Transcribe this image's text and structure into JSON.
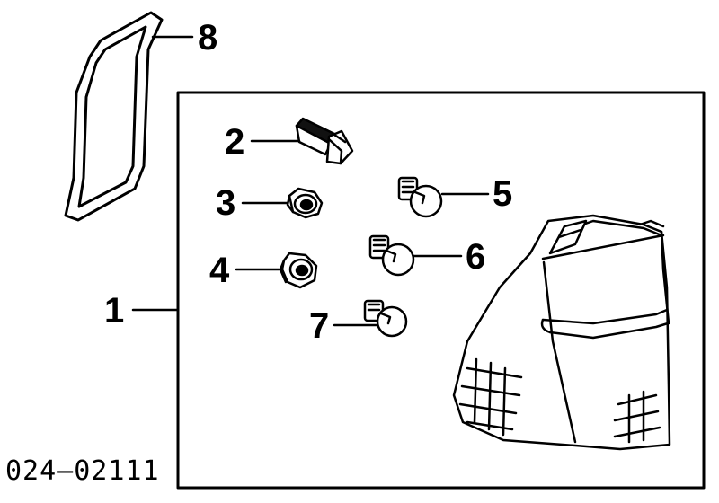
{
  "diagram": {
    "callouts": {
      "n1": "1",
      "n2": "2",
      "n3": "3",
      "n4": "4",
      "n5": "5",
      "n6": "6",
      "n7": "7",
      "n8": "8"
    },
    "reference_code": "024—02111"
  }
}
